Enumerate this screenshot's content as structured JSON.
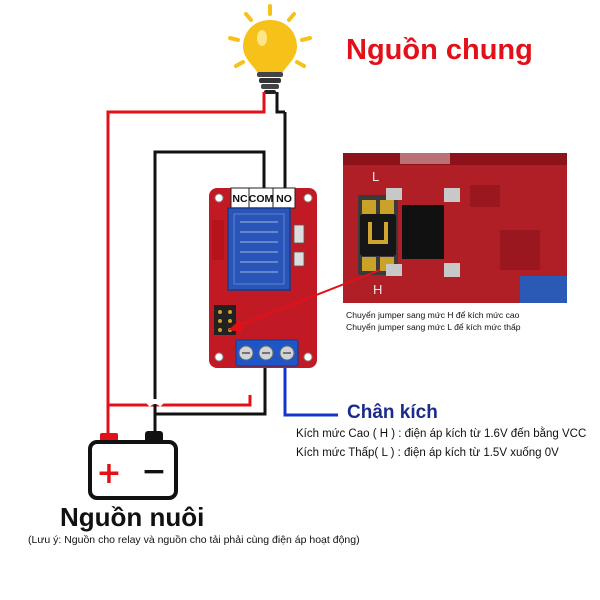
{
  "labels": {
    "common_source": "Nguồn chung",
    "supply_source": "Nguồn nuôi",
    "supply_note": "(Lưu ý: Nguồn cho relay và nguồn cho tải phải cùng điện áp hoạt động)",
    "trigger_title": "Chân kích",
    "trigger_high": "Kích mức Cao ( H ) : điện áp kích từ 1.6V đến bằng VCC",
    "trigger_low": "Kích mức Thấp( L ) : điện áp kích từ 1.5V xuống 0V",
    "jumper_high": "Chuyển jumper sang mức H để kích mức cao",
    "jumper_low": "Chuyển jumper sang mức L để kích mức thấp"
  },
  "relay": {
    "terminals": [
      "NC",
      "COM",
      "NO"
    ]
  },
  "jumper_zoom": {
    "label_top": "L",
    "label_bottom": "H"
  },
  "battery": {
    "plus": "+",
    "minus": "−"
  },
  "colors": {
    "title_red": "#e3101a",
    "wire_red": "#e3101a",
    "wire_black": "#111111",
    "wire_blue": "#1536c8",
    "board_red": "#c21a24",
    "relay_blue": "#2a55b8",
    "bulb_yellow": "#f6c21a"
  },
  "icons": {
    "bulb": "light-bulb-icon",
    "battery": "battery-icon",
    "relay": "relay-module-icon"
  }
}
